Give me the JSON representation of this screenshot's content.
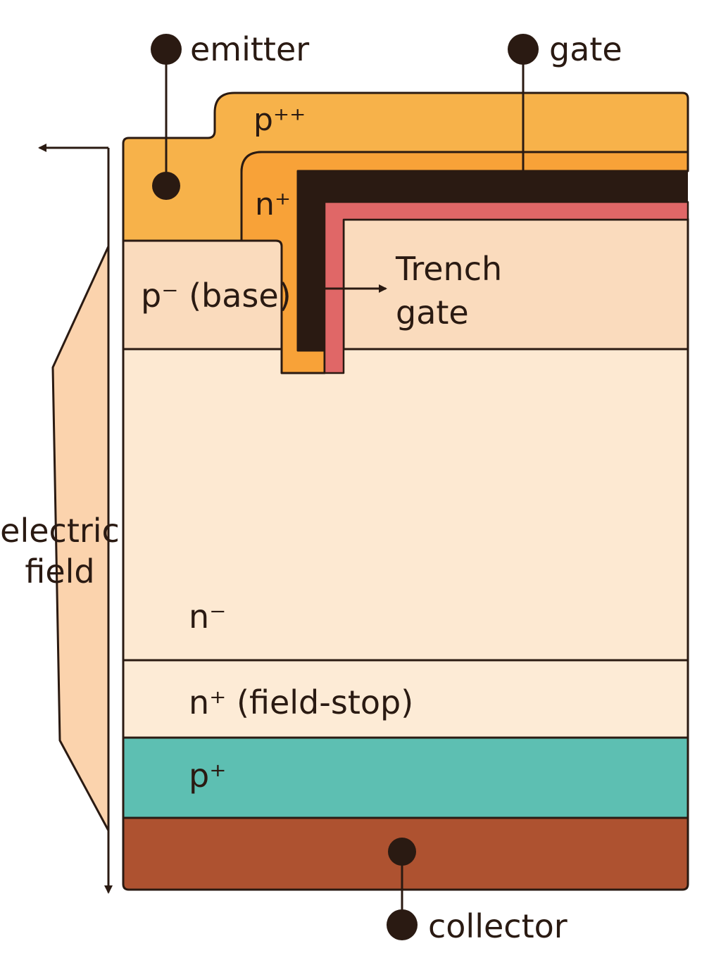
{
  "terminals": {
    "emitter": "emitter",
    "gate": "gate",
    "collector": "collector"
  },
  "regions": {
    "p_plus_plus": "p⁺⁺",
    "n_plus": "n⁺",
    "p_base": "p⁻ (base)",
    "n_drift": "n⁻",
    "field_stop": "n⁺ (field-stop)",
    "p_plus": "p⁺"
  },
  "annotations": {
    "trench_line1": "Trench",
    "trench_line2": "gate",
    "field_line1": "electric",
    "field_line2": "field"
  },
  "colors": {
    "p_plus_plus": "#f7b24a",
    "n_plus": "#f8a238",
    "poly_gate": "#2a1a12",
    "oxide": "#e06767",
    "p_base": "#fadbbd",
    "n_drift": "#fde9d2",
    "field_stop": "#fdebd6",
    "p_plus": "#5dbfb2",
    "collector_metal": "#ae5230",
    "outline": "#2a1a12",
    "field_profile": "#fbd3ad"
  }
}
